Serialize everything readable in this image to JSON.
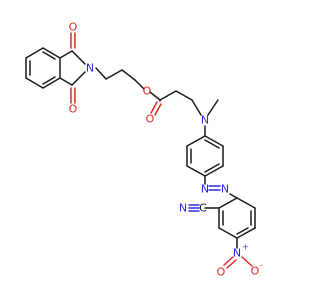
{
  "molecule": {
    "atoms": {
      "imide_o_top": "O",
      "imide_o_bottom": "O",
      "imide_n": "N",
      "ester_o_link": "O",
      "ester_o_carbonyl": "O",
      "amine_n": "N",
      "methyl": "",
      "azo_n1": "N",
      "azo_n2": "N",
      "nitrile_c": "C",
      "nitrile_n": "N",
      "nitro_n": "N",
      "nitro_n_charge": "+",
      "nitro_o_dbl": "O",
      "nitro_o_single": "O",
      "nitro_o_charge": "-"
    },
    "colors": {
      "carbon": "#1a1a1a",
      "nitrogen": "#2b2bd9",
      "oxygen": "#e0281f"
    }
  }
}
